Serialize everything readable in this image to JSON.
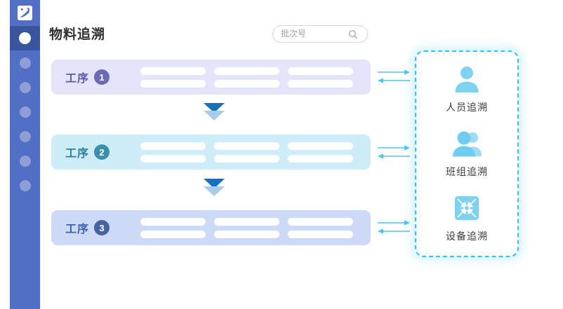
{
  "app": {
    "title": "物料追溯"
  },
  "sidebar": {
    "logo_name": "logo-mark",
    "items": [
      {
        "id": "nav-1",
        "active": true
      },
      {
        "id": "nav-2",
        "active": false
      },
      {
        "id": "nav-3",
        "active": false
      },
      {
        "id": "nav-4",
        "active": false
      },
      {
        "id": "nav-5",
        "active": false
      },
      {
        "id": "nav-6",
        "active": false
      },
      {
        "id": "nav-7",
        "active": false
      }
    ]
  },
  "search": {
    "placeholder": "批次号",
    "value": "",
    "icon": "search-icon"
  },
  "processes": [
    {
      "label": "工序",
      "number": "1",
      "bg_color": "#e4e4fb",
      "text_color": "#5b5ba8",
      "badge_color": "#6b6bb5",
      "columns": 3,
      "rows": 2
    },
    {
      "label": "工序",
      "number": "2",
      "bg_color": "#cdeef8",
      "text_color": "#2f7f9c",
      "badge_color": "#3d8fab",
      "columns": 3,
      "rows": 2
    },
    {
      "label": "工序",
      "number": "3",
      "bg_color": "#ccd9f7",
      "text_color": "#3f62ab",
      "badge_color": "#46639f",
      "columns": 3,
      "rows": 2
    }
  ],
  "flow_arrows": {
    "down_icon": "double-chevron-down-icon",
    "down_color_top": "#1072c0",
    "down_color_bottom": "#a8cdea",
    "side_icon": "bidirectional-arrow-icon",
    "side_color": "#4fc3f0"
  },
  "trace_panel": {
    "border_color": "#33c3f0",
    "icon_color": "#7ed2f0",
    "items": [
      {
        "label": "人员追溯",
        "icon": "person-icon"
      },
      {
        "label": "班组追溯",
        "icon": "group-icon"
      },
      {
        "label": "设备追溯",
        "icon": "equipment-gear-icon"
      }
    ]
  }
}
